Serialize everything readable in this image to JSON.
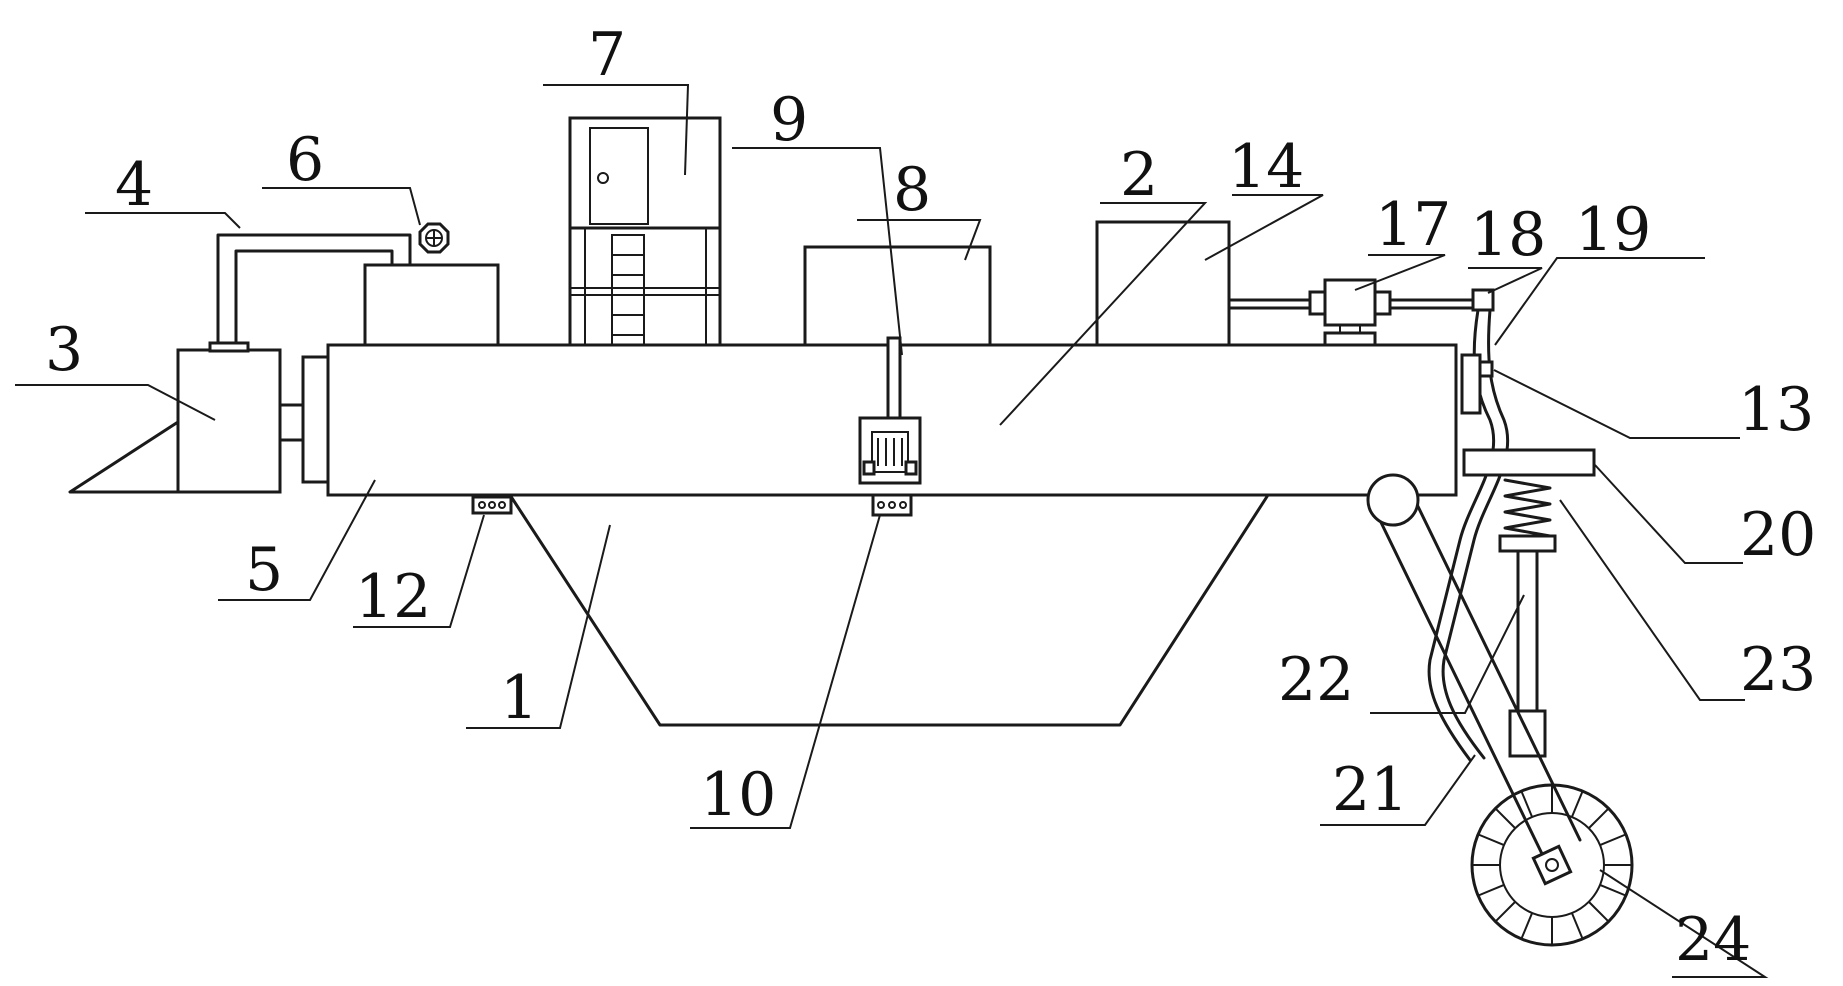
{
  "labels": {
    "1": "1",
    "2": "2",
    "3": "3",
    "4": "4",
    "5": "5",
    "6": "6",
    "7": "7",
    "8": "8",
    "9": "9",
    "10": "10",
    "12": "12",
    "13": "13",
    "14": "14",
    "17": "17",
    "18": "18",
    "19": "19",
    "20": "20",
    "21": "21",
    "22": "22",
    "23": "23",
    "24": "24"
  },
  "colors": {
    "line": "#1a1a1a",
    "background": "#ffffff"
  }
}
